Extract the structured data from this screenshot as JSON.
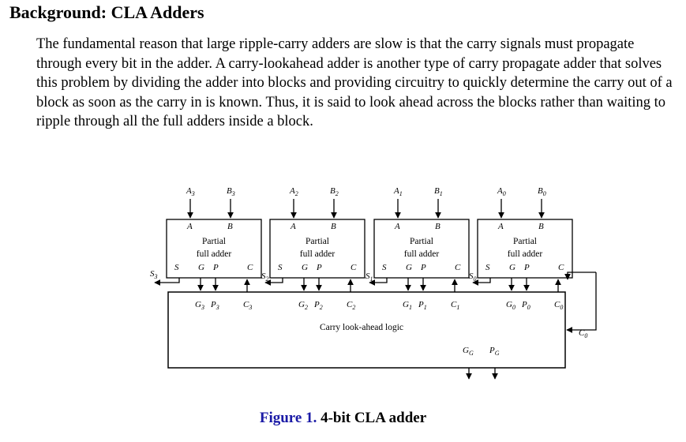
{
  "heading": "Background: CLA Adders",
  "paragraph": "The fundamental reason that large ripple-carry adders are slow is that the carry signals must propagate through every bit in the adder. A carry-lookahead adder is another type of carry propagate adder that solves this problem by dividing the adder into blocks and providing circuitry to quickly determine the carry out of a block as soon as the carry in is known. Thus, it is said to look ahead across the blocks rather than waiting to ripple through all the full adders inside a block.",
  "diagram": {
    "partial_label_1": "Partial",
    "partial_label_2": "full adder",
    "port_A": "A",
    "port_B": "B",
    "port_S": "S",
    "port_G": "G",
    "port_P": "P",
    "port_C": "C",
    "cla_label": "Carry look-ahead logic",
    "blocks": [
      {
        "a": "A",
        "b": "B",
        "s": "S",
        "g": "G",
        "p": "P",
        "c": "C",
        "idx": "3"
      },
      {
        "a": "A",
        "b": "B",
        "s": "S",
        "g": "G",
        "p": "P",
        "c": "C",
        "idx": "2"
      },
      {
        "a": "A",
        "b": "B",
        "s": "S",
        "g": "G",
        "p": "P",
        "c": "C",
        "idx": "1"
      },
      {
        "a": "A",
        "b": "B",
        "s": "S",
        "g": "G",
        "p": "P",
        "c": "C",
        "idx": "0"
      }
    ],
    "carry_in": {
      "base": "C",
      "sub": "0"
    },
    "group_g": {
      "base": "G",
      "sub": "G"
    },
    "group_p": {
      "base": "P",
      "sub": "G"
    }
  },
  "caption": {
    "figure": "Figure 1.",
    "text": "4-bit CLA adder"
  }
}
